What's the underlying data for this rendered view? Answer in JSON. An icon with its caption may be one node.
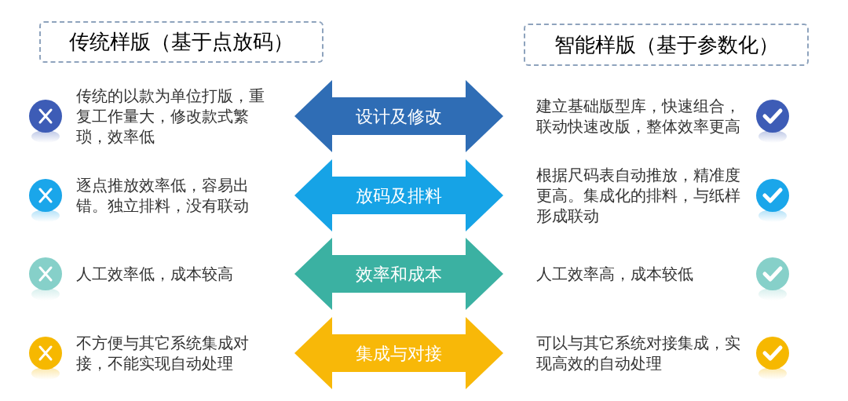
{
  "diagram": {
    "nodes": [
      {
        "text": [
          "传统样版（基于点放码）"
        ]
      },
      {
        "text": [
          "智能样版（基于参数化）"
        ]
      },
      {
        "text": [
          "传统的以款为单位打版，重复工作量大，修改款式繁琐，效率低"
        ]
      },
      {
        "text": [
          "建立基础版型库，快速组合，联动快速改版，整体效率更高"
        ]
      },
      {
        "text": [
          "逐点推放效率低，容易出错。独立排料，没有联动"
        ]
      },
      {
        "text": [
          "根据尺码表自动推放，精准度更高。集成化的排料，与纸样形成联动"
        ]
      },
      {
        "text": [
          "人工效率低，成本较高"
        ]
      },
      {
        "text": [
          "人工效率高，成本较低"
        ]
      },
      {
        "text": [
          "不方便与其它系统集成对接，不能实现自动处理"
        ]
      },
      {
        "text": [
          "可以与其它系统对接集成，实现高效的自动处理"
        ]
      }
    ],
    "edges": [
      {
        "from": 2,
        "to": 3,
        "arrow": "both",
        "label": "设计及修改",
        "color": "#2f6db5"
      },
      {
        "from": 4,
        "to": 5,
        "arrow": "both",
        "label": "放码及排料",
        "color": "#16a3e6"
      },
      {
        "from": 6,
        "to": 7,
        "arrow": "both",
        "label": "效率和成本",
        "color": "#3bb1a2"
      },
      {
        "from": 8,
        "to": 9,
        "arrow": "both",
        "label": "集成与对接",
        "color": "#f8b808"
      }
    ]
  }
}
